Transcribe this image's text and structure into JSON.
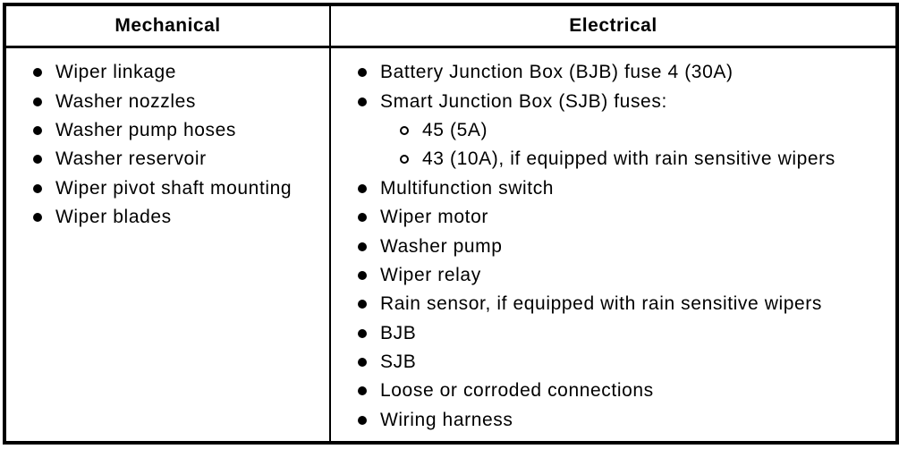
{
  "colors": {
    "border": "#000000",
    "text": "#000000",
    "background": "#ffffff"
  },
  "table": {
    "columns": [
      {
        "header": "Mechanical",
        "items": [
          {
            "level": 1,
            "text": "Wiper linkage"
          },
          {
            "level": 1,
            "text": "Washer nozzles"
          },
          {
            "level": 1,
            "text": "Washer pump hoses"
          },
          {
            "level": 1,
            "text": "Washer reservoir"
          },
          {
            "level": 1,
            "text": "Wiper pivot shaft mounting"
          },
          {
            "level": 1,
            "text": "Wiper blades"
          }
        ]
      },
      {
        "header": "Electrical",
        "items": [
          {
            "level": 1,
            "text": "Battery Junction Box (BJB) fuse 4 (30A)"
          },
          {
            "level": 1,
            "text": "Smart Junction Box (SJB) fuses:"
          },
          {
            "level": 2,
            "text": "45 (5A)"
          },
          {
            "level": 2,
            "text": "43 (10A), if equipped with rain sensitive wipers"
          },
          {
            "level": 1,
            "text": "Multifunction switch"
          },
          {
            "level": 1,
            "text": "Wiper motor"
          },
          {
            "level": 1,
            "text": "Washer pump"
          },
          {
            "level": 1,
            "text": "Wiper relay"
          },
          {
            "level": 1,
            "text": "Rain sensor, if equipped with rain sensitive wipers"
          },
          {
            "level": 1,
            "text": "BJB"
          },
          {
            "level": 1,
            "text": "SJB"
          },
          {
            "level": 1,
            "text": "Loose or corroded connections"
          },
          {
            "level": 1,
            "text": "Wiring harness"
          }
        ]
      }
    ]
  }
}
